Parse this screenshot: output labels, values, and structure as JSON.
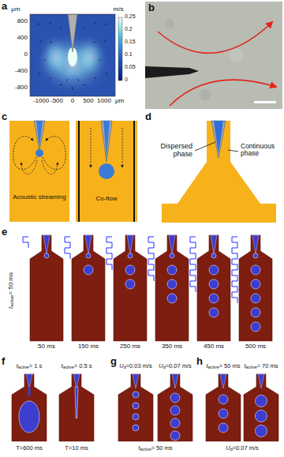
{
  "diagram": {
    "labels": [
      "a",
      "μm",
      "800",
      "400",
      "0",
      "-400",
      "-800",
      "-1000",
      "-500",
      "0",
      "500",
      "1000",
      "μm",
      "m/s",
      "0.25",
      "0.2",
      "0.15",
      "0.1",
      "0.05",
      "0",
      "b",
      "c",
      "Acoustic streaming",
      "Co-flow",
      "d",
      "Dispersed phase",
      "Continuous phase",
      "e",
      "tactive= 50 ms",
      "50 ms",
      "150 ms",
      "250 ms",
      "350 ms",
      "450 ms",
      "500 ms",
      "f",
      "tactive= 1 s",
      "tactive= 0.5 s",
      "T=600 ms",
      "T=10 ms",
      "g",
      "Ud=0.03 m/s",
      "Ud=0.07 m/s",
      "tactive= 50 ms",
      "h",
      "tactive= 50 ms",
      "tactive= 70 ms",
      "Ud=0.07 m/s"
    ]
  }
}
